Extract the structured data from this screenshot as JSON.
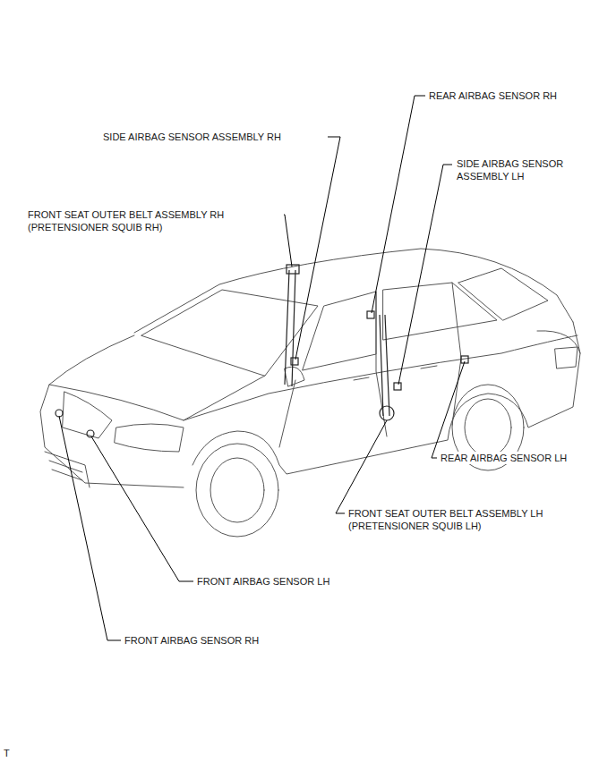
{
  "diagram": {
    "labels": [
      "REAR AIRBAG SENSOR RH",
      "SIDE AIRBAG SENSOR ASSEMBLY RH",
      "SIDE AIRBAG SENSOR ASSEMBLY LH",
      "FRONT SEAT OUTER BELT ASSEMBLY RH (PRETENSIONER SQUIB RH)",
      "REAR AIRBAG SENSOR LH",
      "FRONT SEAT OUTER BELT ASSEMBLY LH (PRETENSIONER SQUIB LH)",
      "FRONT AIRBAG SENSOR LH",
      "FRONT AIRBAG SENSOR RH",
      "T"
    ]
  }
}
